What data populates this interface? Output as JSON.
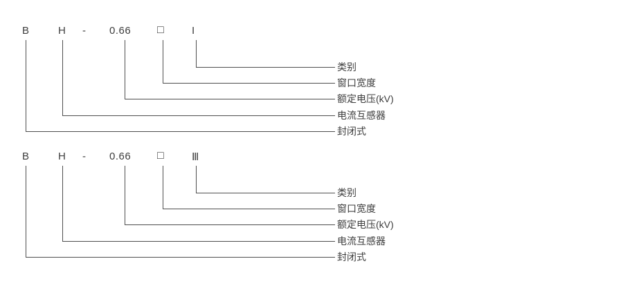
{
  "diagrams": [
    {
      "code": [
        "B",
        "H",
        "-",
        "0.66",
        "□",
        "I"
      ],
      "labels": [
        "类别",
        "窗口宽度",
        "额定电压(kV)",
        "电流互感器",
        "封闭式"
      ]
    },
    {
      "code": [
        "B",
        "H",
        "-",
        "0.66",
        "□",
        "Ⅲ"
      ],
      "labels": [
        "类别",
        "窗口宽度",
        "额定电压(kV)",
        "电流互感器",
        "封闭式"
      ]
    }
  ],
  "colors": {
    "line": "#4d4d4d",
    "text": "#3d3d3d"
  }
}
